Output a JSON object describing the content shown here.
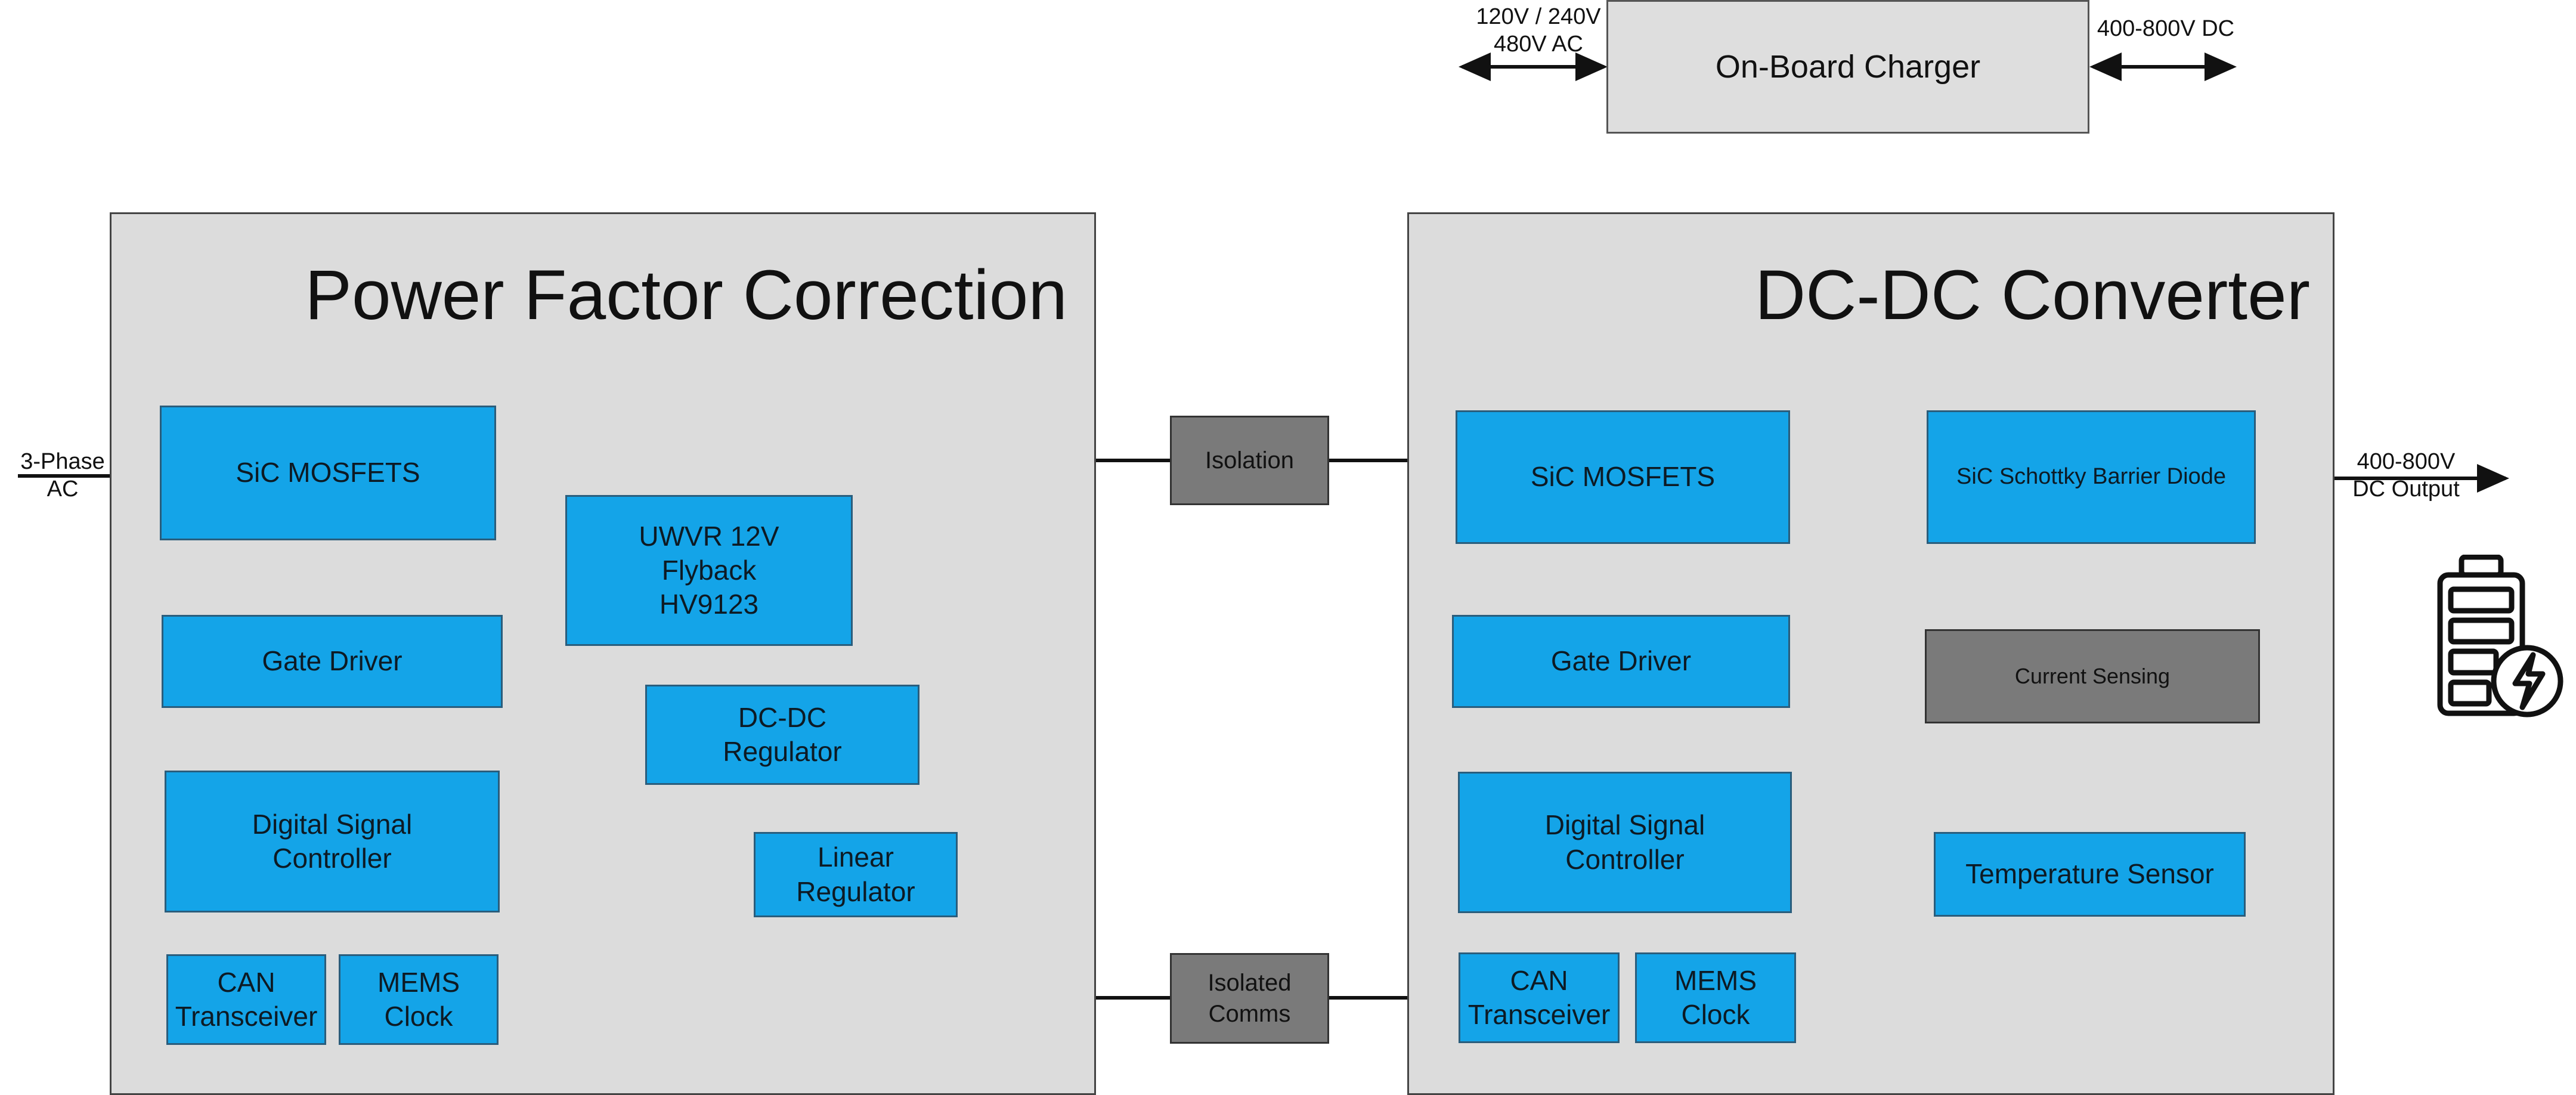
{
  "on_board_charger": {
    "label": "On-Board Charger",
    "ac_input_label": "120V / 240V\n480V AC",
    "dc_output_label": "400-800V DC"
  },
  "pfc": {
    "title": "Power Factor Correction",
    "input_label": "3-Phase\nAC",
    "blocks": {
      "sic_mosfets": "SiC MOSFETS",
      "gate_driver": "Gate Driver",
      "dsc": "Digital Signal\nController",
      "can": "CAN\nTransceiver",
      "mems": "MEMS\nClock",
      "flyback": "UWVR 12V\nFlyback\nHV9123",
      "dcdc_reg": "DC-DC\nRegulator",
      "linear_reg": "Linear\nRegulator"
    }
  },
  "link": {
    "isolation": "Isolation",
    "isolated_comms": "Isolated\nComms"
  },
  "dcdc": {
    "title": "DC-DC Converter",
    "output_label": "400-800V\nDC Output",
    "blocks": {
      "sic_mosfets": "SiC MOSFETS",
      "sbd": "SiC Schottky Barrier Diode",
      "gate_driver": "Gate Driver",
      "current_sensing": "Current Sensing",
      "dsc": "Digital Signal\nController",
      "temp_sensor": "Temperature Sensor",
      "can": "CAN\nTransceiver",
      "mems": "MEMS\nClock"
    }
  },
  "colors": {
    "panel_bg": "#dcdcdc",
    "block_blue": "#14a4e8",
    "block_gray": "#7a7a7a"
  },
  "icons": {
    "battery": "battery-charging-icon"
  }
}
